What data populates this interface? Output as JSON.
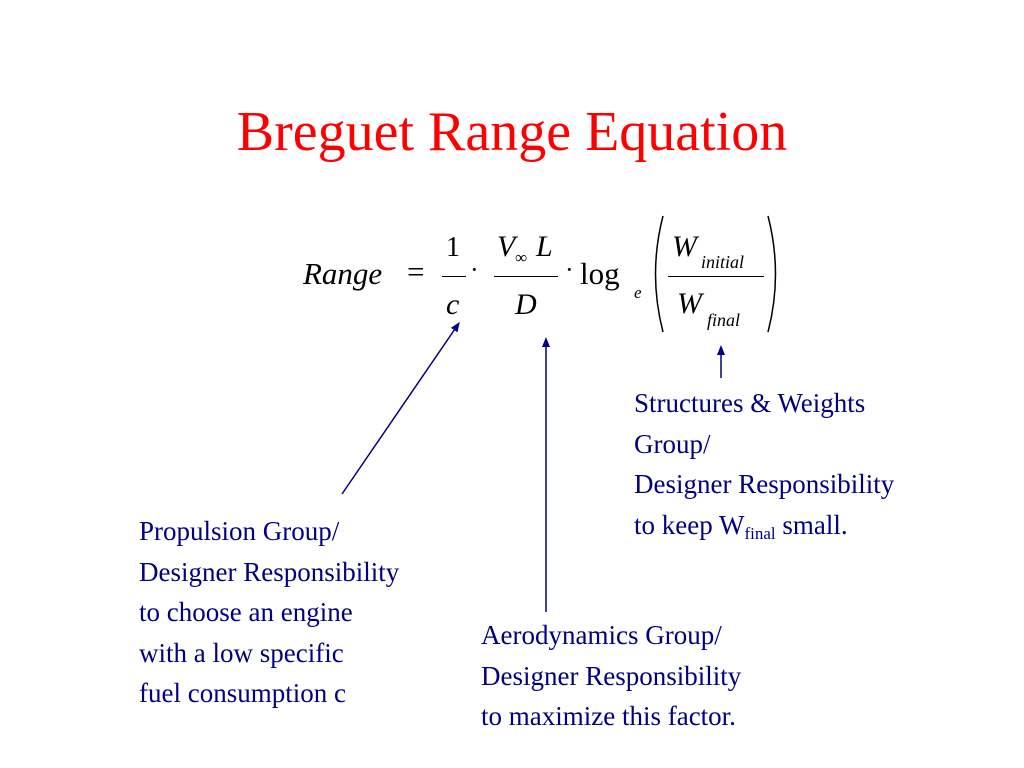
{
  "slide": {
    "title": "Breguet Range Equation",
    "title_color": "#ff0000",
    "callout_color": "#000080"
  },
  "equation": {
    "lhs": "Range",
    "equals": "=",
    "one": "1",
    "c": "c",
    "dot1": "·",
    "v": "V",
    "inf": "∞",
    "l": "L",
    "d": "D",
    "dot2": "·",
    "log": "log",
    "e": "e",
    "w_top": "W",
    "w_top_sub": "initial",
    "w_bot": "W",
    "w_bot_sub": "final"
  },
  "callouts": {
    "structures": {
      "line1": "Structures & Weights",
      "line2": "Group/",
      "line3": "Designer Responsibility",
      "line4_prefix": "to keep W",
      "line4_sub": "final",
      "line4_suffix": " small."
    },
    "propulsion": {
      "line1": "Propulsion Group/",
      "line2": "Designer Responsibility",
      "line3": "to choose an engine",
      "line4": "with a low specific",
      "line5": "fuel consumption c"
    },
    "aero": {
      "line1": "Aerodynamics Group/",
      "line2": "Designer Responsibility",
      "line3": "to maximize this factor."
    }
  }
}
